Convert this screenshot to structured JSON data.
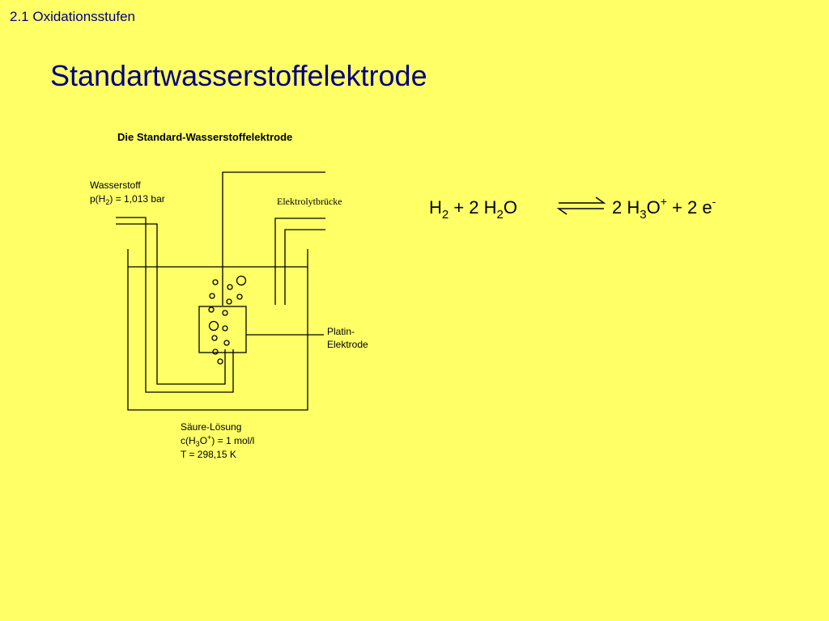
{
  "header": {
    "section": "2.1 Oxidationsstufen",
    "title": "Standartwasserstoffelektrode"
  },
  "diagram": {
    "caption": "Die Standard-Wasserstoffelektrode",
    "hydrogen_label": "Wasserstoff",
    "hydrogen_pressure_prefix": "p(H",
    "hydrogen_pressure_sub": "2",
    "hydrogen_pressure_suffix": ") = 1,013 bar",
    "salt_bridge_label": "Elektrolytbrücke",
    "electrode_label_line1": "Platin-",
    "electrode_label_line2": "Elektrode",
    "solution_label": "Säure-Lösung",
    "solution_conc_prefix": "c(H",
    "solution_conc_sub": "3",
    "solution_conc_mid": "O",
    "solution_conc_sup": "+",
    "solution_conc_suffix": ") = 1 mol/l",
    "temperature": "T = 298,15 K"
  },
  "equation": {
    "r1_main": "H",
    "r1_sub": "2",
    "plus1": " + 2 H",
    "r2_sub": "2",
    "r2_tail": "O",
    "p1_main": "2 H",
    "p1_sub": "3",
    "p1_mid": "O",
    "p1_sup": "+",
    "plus2": " + 2 e",
    "p2_sup": "-"
  }
}
